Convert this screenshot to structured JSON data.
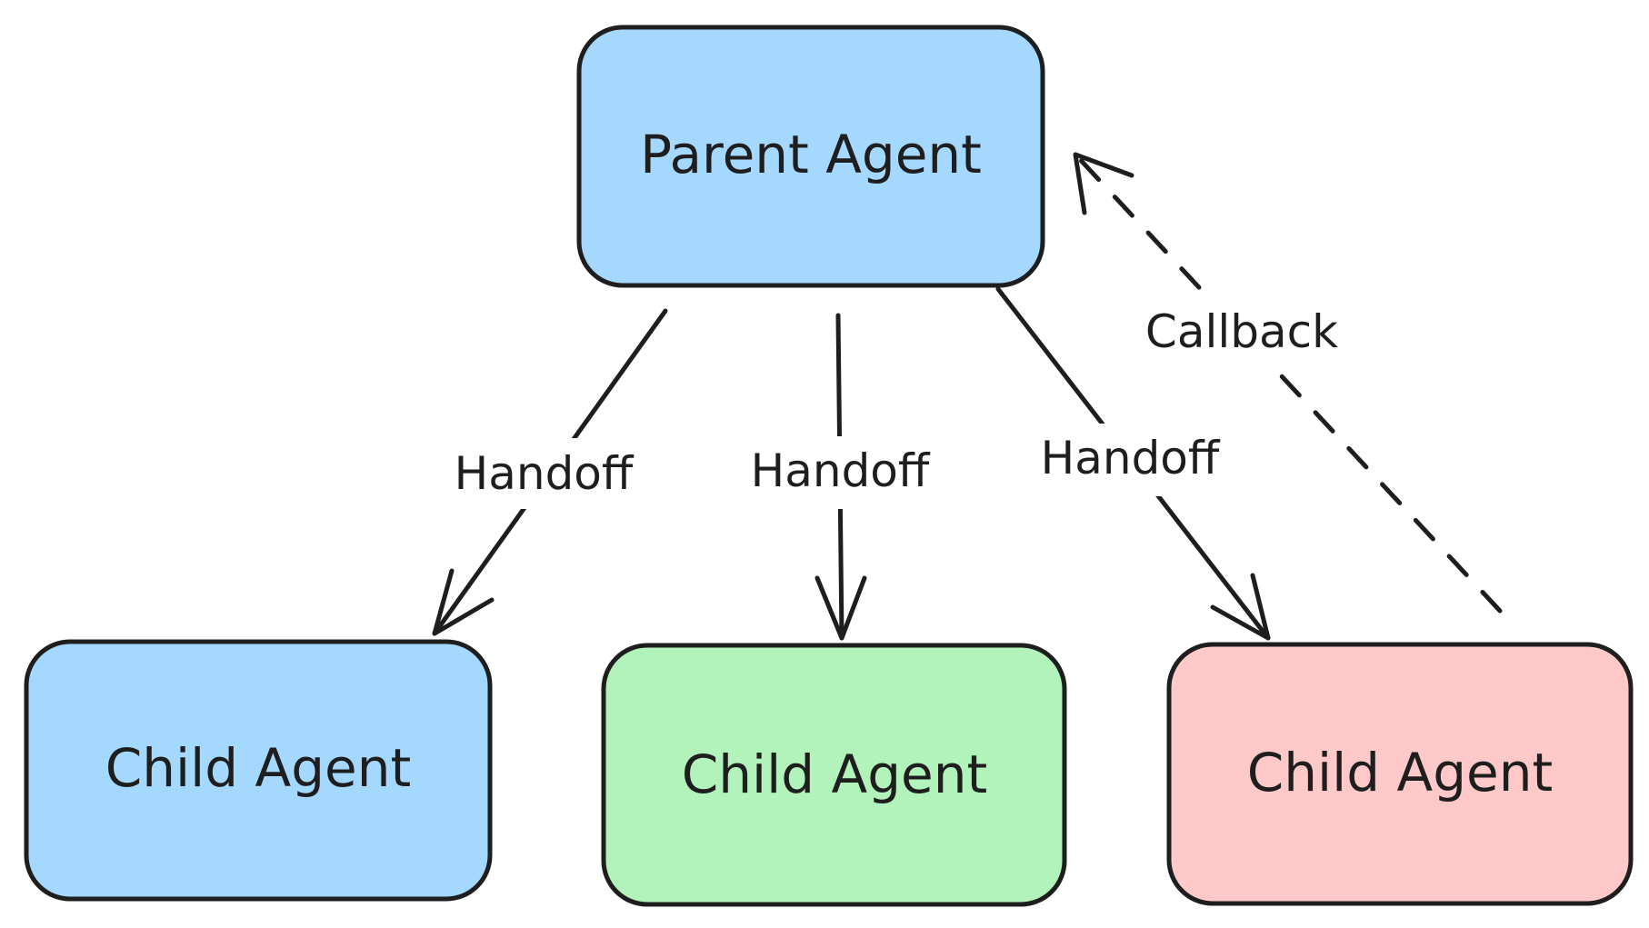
{
  "nodes": {
    "parent": {
      "label": "Parent Agent",
      "color": "#a5d8ff"
    },
    "child_left": {
      "label": "Child Agent",
      "color": "#a5d8ff"
    },
    "child_middle": {
      "label": "Child Agent",
      "color": "#b2f2bb"
    },
    "child_right": {
      "label": "Child Agent",
      "color": "#ffc9c9"
    }
  },
  "edges": {
    "handoff_left": {
      "label": "Handoff",
      "style": "solid"
    },
    "handoff_middle": {
      "label": "Handoff",
      "style": "solid"
    },
    "handoff_right": {
      "label": "Handoff",
      "style": "solid"
    },
    "callback": {
      "label": "Callback",
      "style": "dashed"
    }
  },
  "colors": {
    "stroke": "#1e1e1e",
    "background": "#ffffff"
  }
}
